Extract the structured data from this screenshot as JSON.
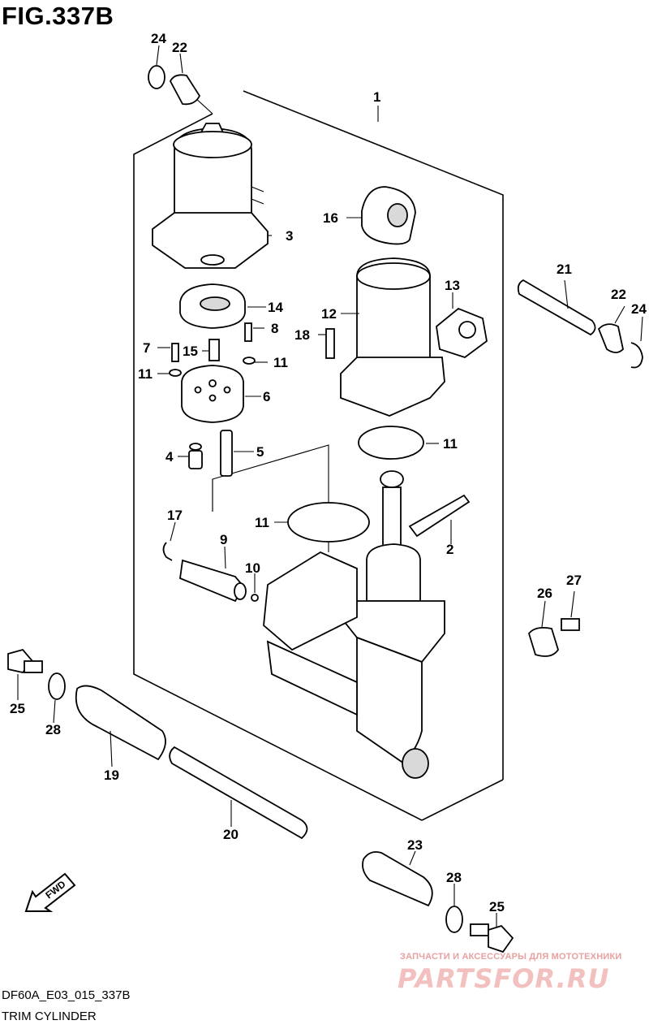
{
  "header": {
    "figure_title": "FIG.337B"
  },
  "footer": {
    "doc_code": "DF60A_E03_015_337B",
    "subtitle": "TRIM CYLINDER"
  },
  "direction_indicator": {
    "label": "FWD",
    "icon": "fwd-arrow-icon"
  },
  "watermark": {
    "tagline": "ЗАПЧАСТИ И АКСЕССУАРЫ ДЛЯ МОТОТЕХНИКИ",
    "logo_text": "PARTSFOR.RU",
    "color": "#e9a0a0"
  },
  "callouts": [
    {
      "id": "c1",
      "label": "1"
    },
    {
      "id": "c2",
      "label": "2"
    },
    {
      "id": "c3",
      "label": "3"
    },
    {
      "id": "c4",
      "label": "4"
    },
    {
      "id": "c5",
      "label": "5"
    },
    {
      "id": "c6",
      "label": "6"
    },
    {
      "id": "c7",
      "label": "7"
    },
    {
      "id": "c8",
      "label": "8"
    },
    {
      "id": "c9",
      "label": "9"
    },
    {
      "id": "c10",
      "label": "10"
    },
    {
      "id": "c11a",
      "label": "11"
    },
    {
      "id": "c11b",
      "label": "11"
    },
    {
      "id": "c11c",
      "label": "11"
    },
    {
      "id": "c11d",
      "label": "11"
    },
    {
      "id": "c12",
      "label": "12"
    },
    {
      "id": "c13",
      "label": "13"
    },
    {
      "id": "c14",
      "label": "14"
    },
    {
      "id": "c15",
      "label": "15"
    },
    {
      "id": "c16",
      "label": "16"
    },
    {
      "id": "c17",
      "label": "17"
    },
    {
      "id": "c18",
      "label": "18"
    },
    {
      "id": "c19",
      "label": "19"
    },
    {
      "id": "c20",
      "label": "20"
    },
    {
      "id": "c21",
      "label": "21"
    },
    {
      "id": "c22a",
      "label": "22"
    },
    {
      "id": "c22b",
      "label": "22"
    },
    {
      "id": "c23",
      "label": "23"
    },
    {
      "id": "c24a",
      "label": "24"
    },
    {
      "id": "c24b",
      "label": "24"
    },
    {
      "id": "c25a",
      "label": "25"
    },
    {
      "id": "c25b",
      "label": "25"
    },
    {
      "id": "c26",
      "label": "26"
    },
    {
      "id": "c27",
      "label": "27"
    },
    {
      "id": "c28a",
      "label": "28"
    },
    {
      "id": "c28b",
      "label": "28"
    }
  ]
}
